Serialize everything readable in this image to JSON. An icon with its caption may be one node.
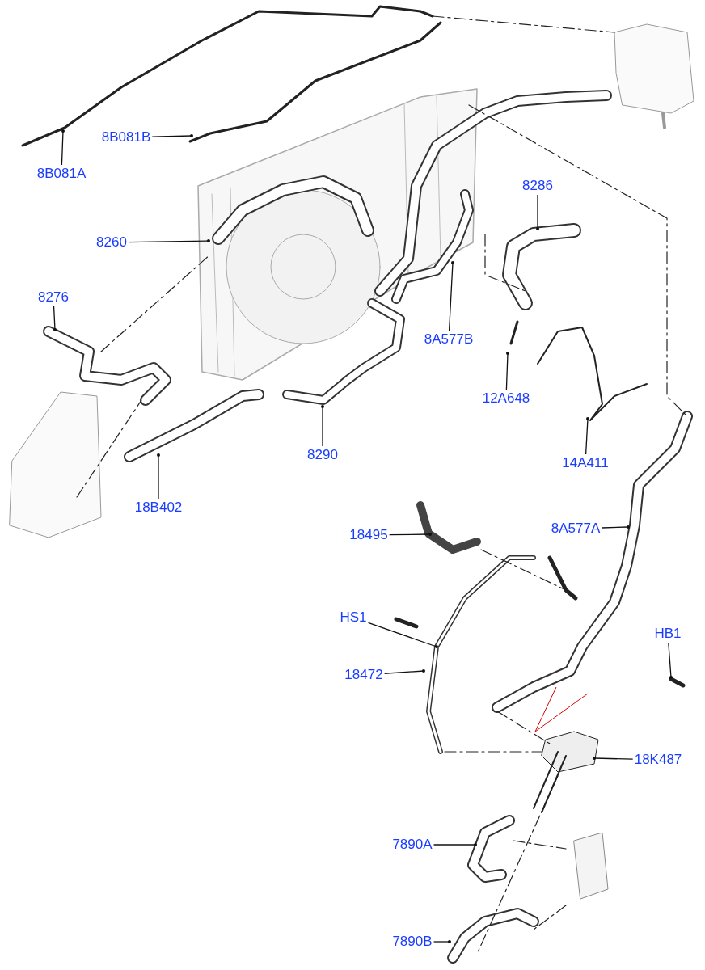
{
  "diagram": {
    "nodes": [
      {
        "text": [
          "8B081B"
        ]
      },
      {
        "text": [
          "8B081A"
        ]
      },
      {
        "text": [
          "8286"
        ]
      },
      {
        "text": [
          "8260"
        ]
      },
      {
        "text": [
          "8276"
        ]
      },
      {
        "text": [
          "8A577B"
        ]
      },
      {
        "text": [
          "12A648"
        ]
      },
      {
        "text": [
          "8290"
        ]
      },
      {
        "text": [
          "14A411"
        ]
      },
      {
        "text": [
          "18B402"
        ]
      },
      {
        "text": [
          "8A577A"
        ]
      },
      {
        "text": [
          "18495"
        ]
      },
      {
        "text": [
          "HS1"
        ]
      },
      {
        "text": [
          "HB1"
        ]
      },
      {
        "text": [
          "18472"
        ]
      },
      {
        "text": [
          "18K487"
        ]
      },
      {
        "text": [
          "7890A"
        ]
      },
      {
        "text": [
          "7890B"
        ]
      }
    ],
    "edges": [
      {
        "from": 0,
        "to": null,
        "arrow": "other"
      },
      {
        "from": 1,
        "to": null,
        "arrow": "other"
      },
      {
        "from": 2,
        "to": null,
        "arrow": "other"
      },
      {
        "from": 3,
        "to": null,
        "arrow": "other"
      },
      {
        "from": 4,
        "to": null,
        "arrow": "other"
      },
      {
        "from": 5,
        "to": null,
        "arrow": "other"
      },
      {
        "from": 6,
        "to": null,
        "arrow": "other"
      },
      {
        "from": 7,
        "to": null,
        "arrow": "other"
      },
      {
        "from": 8,
        "to": null,
        "arrow": "other"
      },
      {
        "from": 9,
        "to": null,
        "arrow": "other"
      },
      {
        "from": 10,
        "to": null,
        "arrow": "other"
      },
      {
        "from": 11,
        "to": null,
        "arrow": "other"
      },
      {
        "from": 12,
        "to": null,
        "arrow": "other"
      },
      {
        "from": 13,
        "to": null,
        "arrow": "other"
      },
      {
        "from": 14,
        "to": null,
        "arrow": "other"
      },
      {
        "from": 15,
        "to": null,
        "arrow": "other"
      },
      {
        "from": 16,
        "to": null,
        "arrow": "other"
      },
      {
        "from": 17,
        "to": null,
        "arrow": "other"
      }
    ]
  }
}
